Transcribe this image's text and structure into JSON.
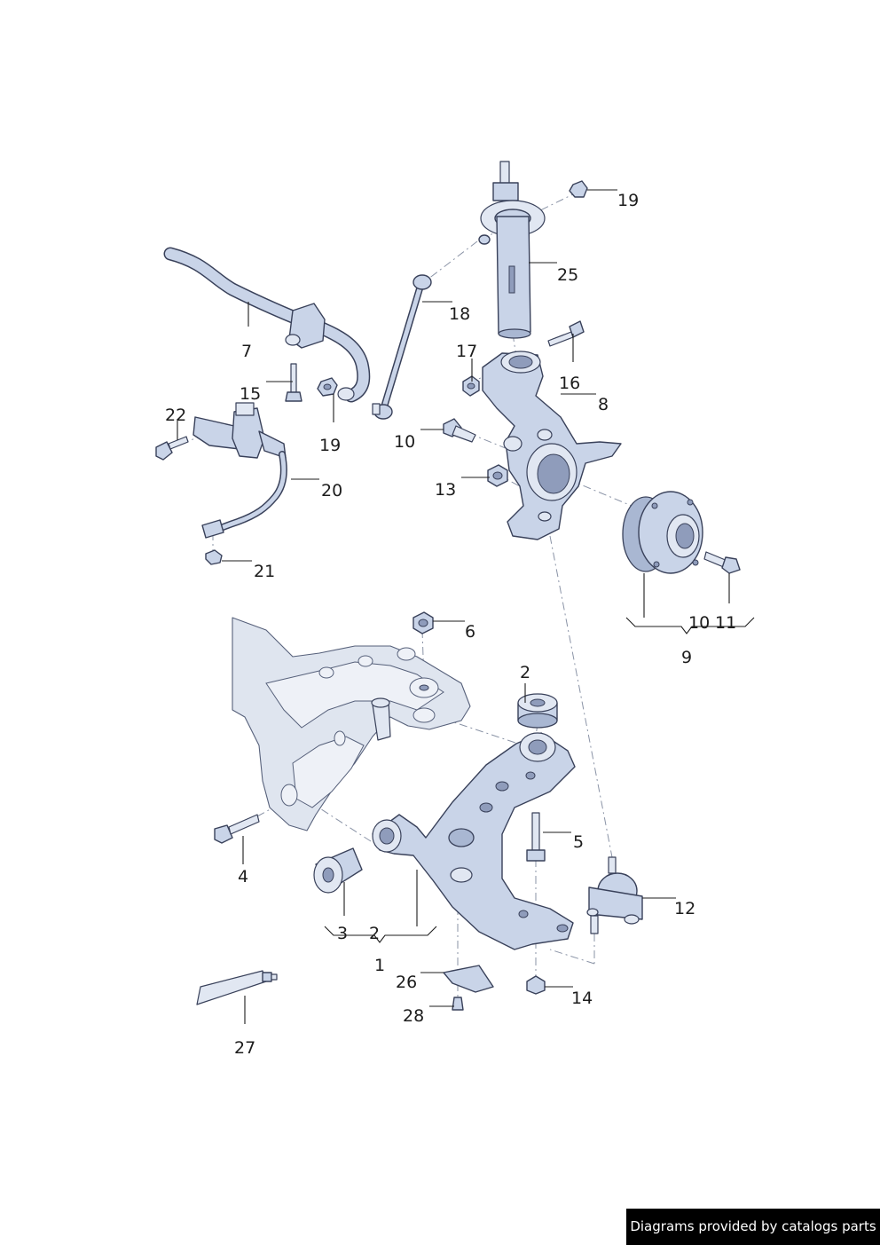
{
  "callouts": {
    "c19a": "19",
    "c25": "25",
    "c18": "18",
    "c7": "7",
    "c17": "17",
    "c16": "16",
    "c8": "8",
    "c15": "15",
    "c22": "22",
    "c19b": "19",
    "c10a": "10",
    "c13": "13",
    "c20": "20",
    "c21": "21",
    "c10b": "10",
    "c11": "11",
    "c9": "9",
    "c6": "6",
    "c2a": "2",
    "c5": "5",
    "c4": "4",
    "c12": "12",
    "c3": "3",
    "c2b": "2",
    "c1": "1",
    "c26": "26",
    "c14": "14",
    "c28": "28",
    "c27": "27"
  },
  "footer": {
    "text": "Diagrams provided by catalogs parts"
  }
}
